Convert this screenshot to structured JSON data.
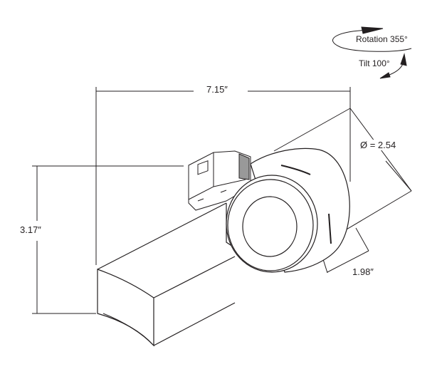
{
  "annotations": {
    "rotation": "Rotation 355°",
    "tilt": "Tilt 100°"
  },
  "dimensions": {
    "length": "7.15″",
    "height": "3.17″",
    "diameter": "Ø = 2.54",
    "depth": "1.98″"
  },
  "colors": {
    "line": "#231f20",
    "background": "#ffffff"
  }
}
